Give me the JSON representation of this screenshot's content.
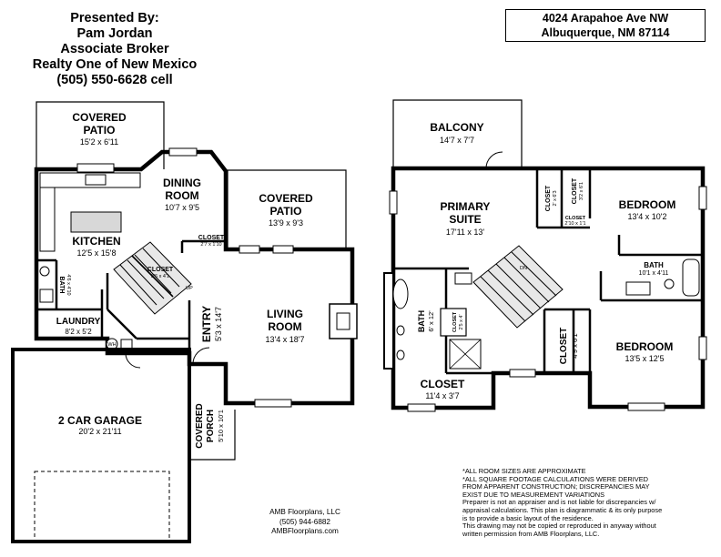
{
  "presenter": {
    "line1": "Presented By:",
    "line2": "Pam Jordan",
    "line3": "Associate Broker",
    "line4": "Realty One of New Mexico",
    "line5": "(505) 550-6628  cell"
  },
  "address": {
    "street": "4024 Arapahoe Ave NW",
    "city": "Albuquerque, NM 87114"
  },
  "rooms": {
    "covered_patio_rear": {
      "name1": "COVERED",
      "name2": "PATIO",
      "dim": "15'2 x 6'11"
    },
    "dining": {
      "name1": "DINING",
      "name2": "ROOM",
      "dim": "10'7 x 9'5"
    },
    "covered_patio_side": {
      "name1": "COVERED",
      "name2": "PATIO",
      "dim": "13'9 x 9'3"
    },
    "kitchen": {
      "name": "KITCHEN",
      "dim": "12'5 x 15'8"
    },
    "closet_kitchen": {
      "name": "CLOSET",
      "dim": "2'7 x 1'10"
    },
    "closet_stair": {
      "name": "CLOSET",
      "dim": "3'6 x 4'1"
    },
    "bath_main": {
      "name": "BATH",
      "dim": "4'6 x 4'10"
    },
    "laundry": {
      "name": "LAUNDRY",
      "dim": "8'2 x 5'2"
    },
    "wh": "WH",
    "entry": {
      "name": "ENTRY",
      "dim": "5'3 x 14'7"
    },
    "living": {
      "name1": "LIVING",
      "name2": "ROOM",
      "dim": "13'4 x 18'7"
    },
    "garage": {
      "name": "2 CAR GARAGE",
      "dim": "20'2 x 21'11"
    },
    "covered_porch": {
      "name1": "COVERED",
      "name2": "PORCH",
      "dim": "5'10 x 10'1"
    },
    "up_label": "UP",
    "balcony": {
      "name": "BALCONY",
      "dim": "14'7 x 7'7"
    },
    "primary": {
      "name1": "PRIMARY",
      "name2": "SUITE",
      "dim": "17'11 x 13'"
    },
    "closet_up_a": {
      "name": "CLOSET",
      "dim": "2' x 6'3"
    },
    "closet_up_b": {
      "name": "CLOSET",
      "dim": "3'2 x 6'1"
    },
    "closet_up_c": {
      "name": "CLOSET",
      "dim": "2'10 x 1'1"
    },
    "bedroom1": {
      "name": "BEDROOM",
      "dim": "13'4 x 10'2"
    },
    "bath_up": {
      "name": "BATH",
      "dim": "10'1 x 4'11"
    },
    "bath_primary": {
      "name": "BATH",
      "dim": "6' x 12'"
    },
    "closet_primary_small": {
      "name": "CLOSET",
      "dim": "2'5 x 4'"
    },
    "closet_hall": {
      "name": "CLOSET",
      "dim": "4'9 x 6'1"
    },
    "bedroom2": {
      "name": "BEDROOM",
      "dim": "13'5 x 12'5"
    },
    "closet_walkin": {
      "name": "CLOSET",
      "dim": "11'4 x 3'7"
    },
    "dn_label": "DN"
  },
  "notes": {
    "line1": "*ALL ROOM SIZES ARE APPROXIMATE",
    "line2": "*ALL SQUARE FOOTAGE CALCULATIONS WERE DERIVED",
    "line3": "FROM APPARENT CONSTRUCTION; DISCREPANCIES MAY",
    "line4": "EXIST DUE TO MEASUREMENT VARIATIONS",
    "line5": "Preparer is not an appraiser and is not liable for discrepancies w/",
    "line6": "appraisal calculations.  This plan is diagrammatic & its only purpose",
    "line7": "is to provide a basic layout of the residence.",
    "line8": "This drawing may not be copied or reproduced in anyway without",
    "line9": "written permission from AMB Floorplans, LLC."
  },
  "credit": {
    "company": "AMB Floorplans, LLC",
    "phone": "(505) 944-6882",
    "website": "AMBFloorplans.com"
  }
}
